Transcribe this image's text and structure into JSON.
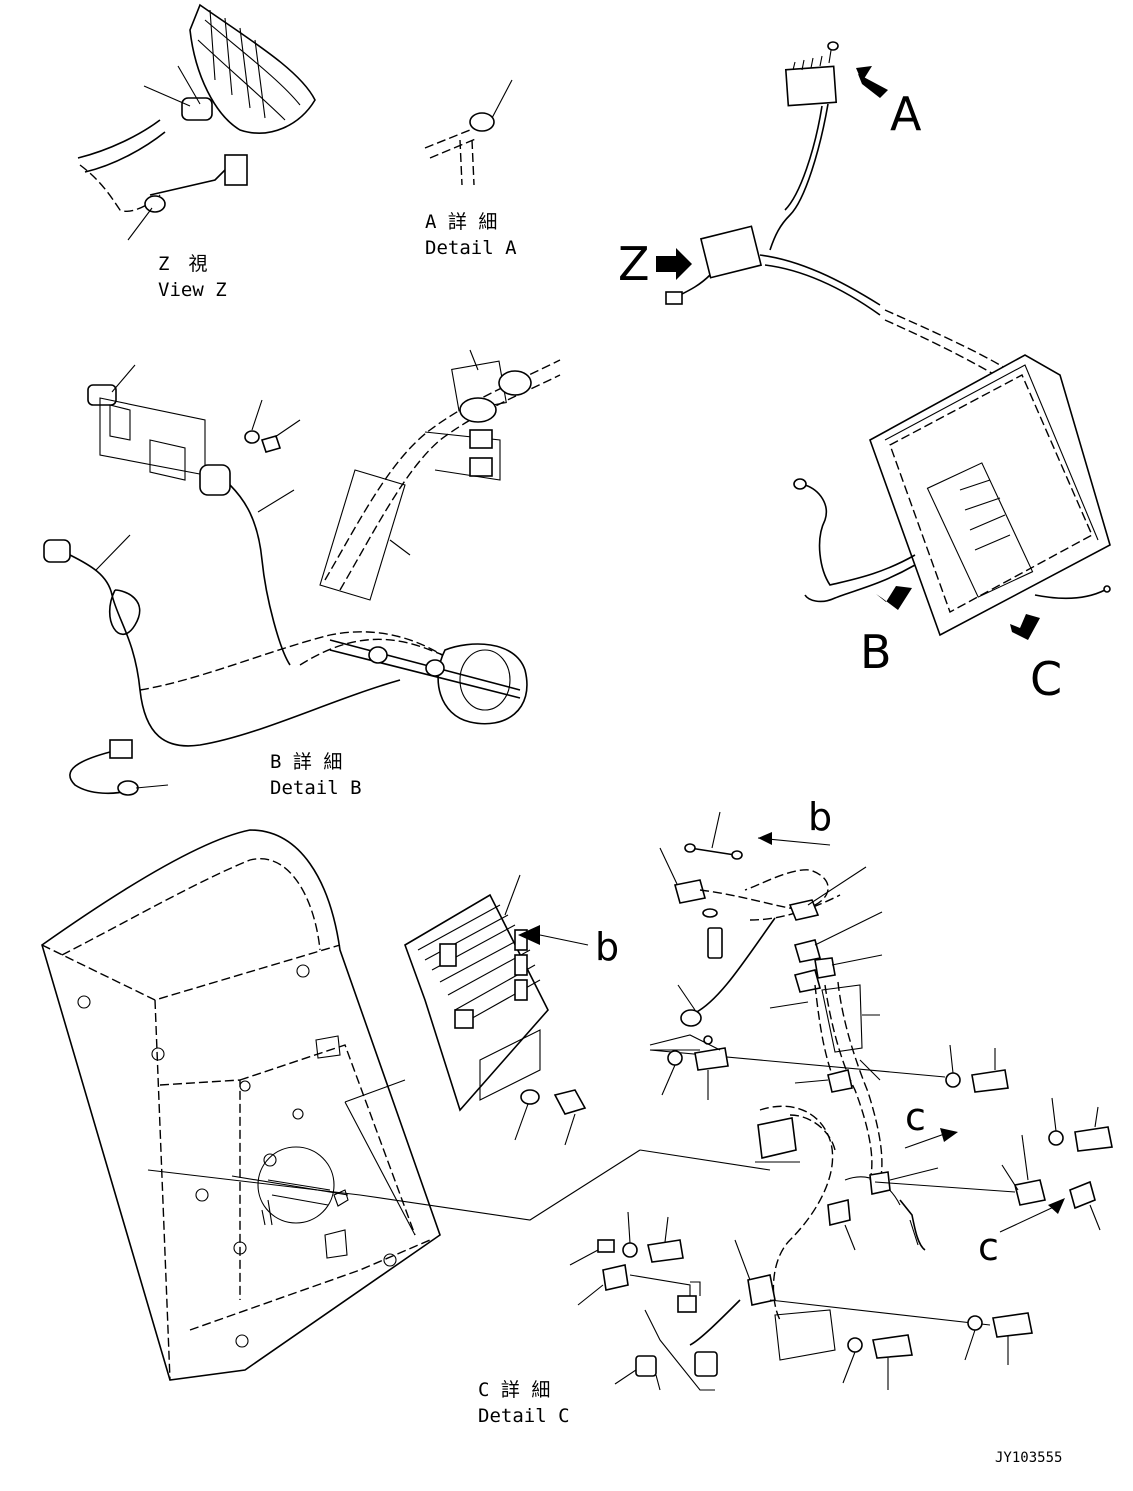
{
  "labels": {
    "view_z_jp": "Z　視",
    "view_z_en": "View Z",
    "detail_a_jp": "A 詳 細",
    "detail_a_en": "Detail A",
    "detail_b_jp": "B 詳 細",
    "detail_b_en": "Detail B",
    "detail_c_jp": "C 詳 細",
    "detail_c_en": "Detail C",
    "callout_a": "A",
    "callout_b": "B",
    "callout_c": "C",
    "callout_z": "Z",
    "sub_b_top": "b",
    "sub_b_mid": "b",
    "sub_c_right": "c",
    "sub_c_bottom": "c"
  },
  "drawing_code": "JY103555"
}
